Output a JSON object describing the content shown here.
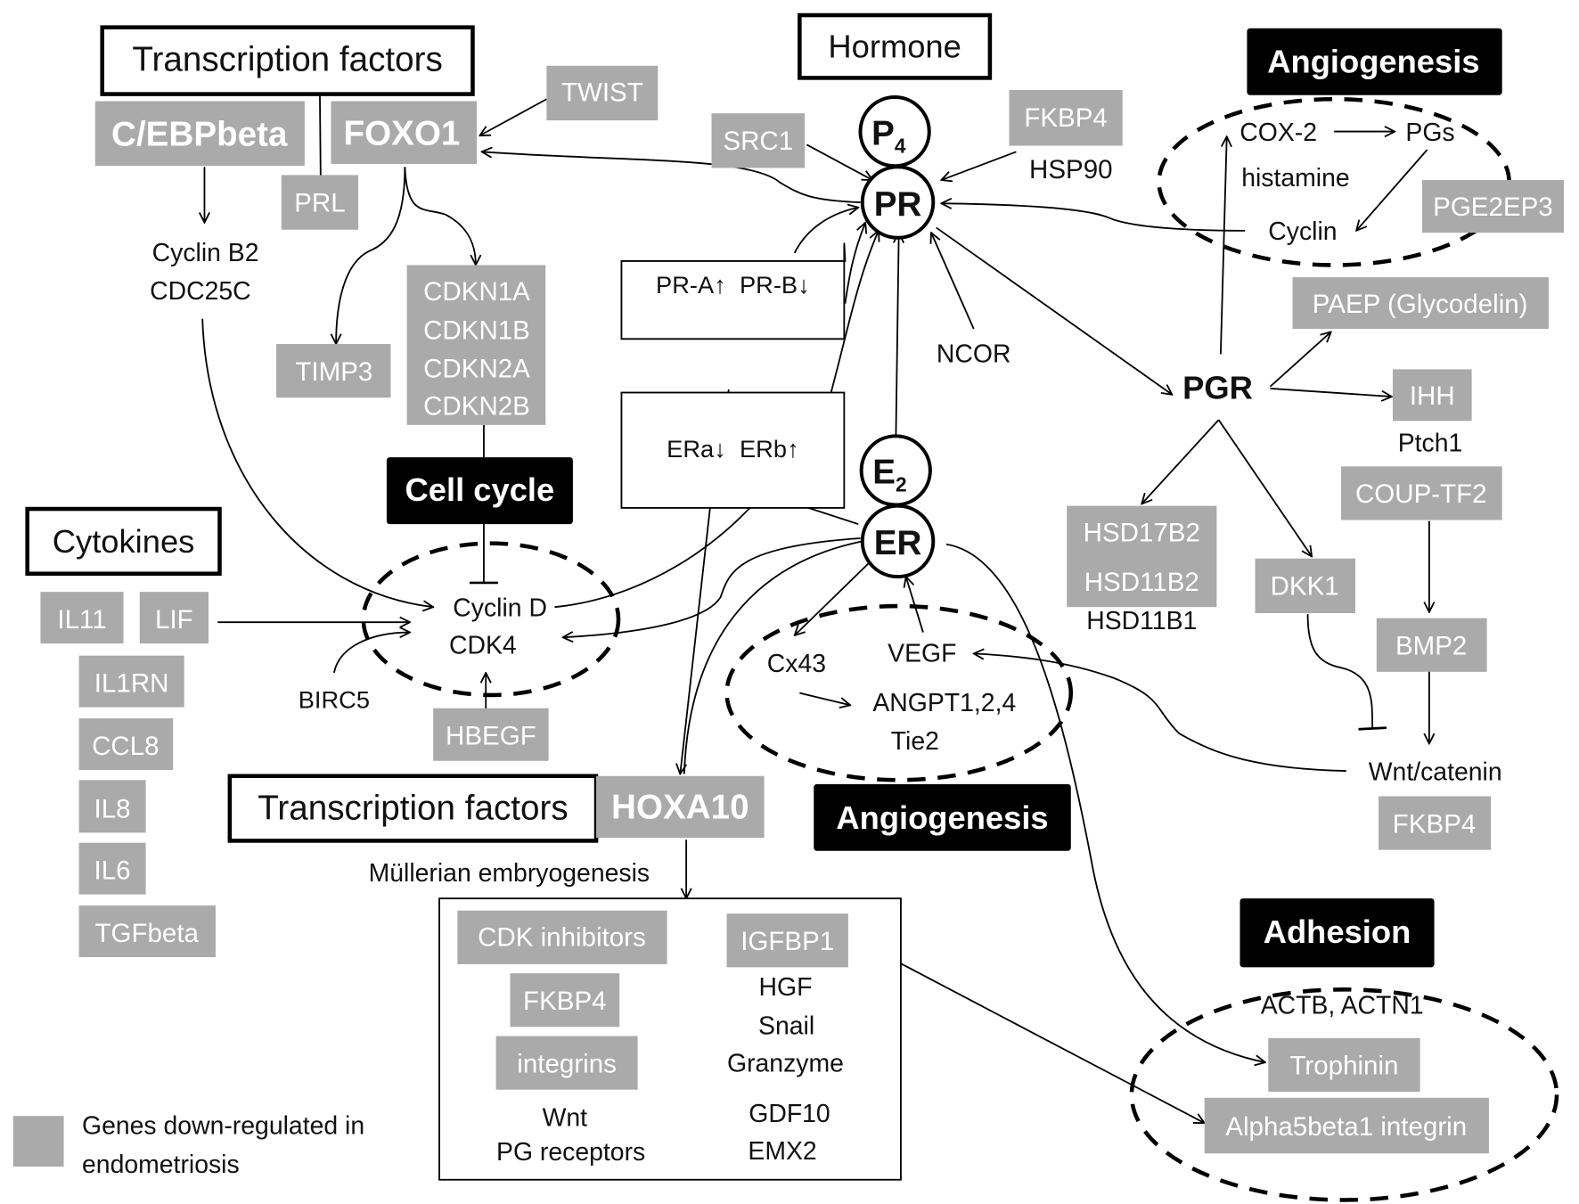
{
  "category_labels": {
    "tf_top": "Transcription factors",
    "hormone": "Hormone",
    "angiogenesis_top": "Angiogenesis",
    "cell_cycle": "Cell cycle",
    "cytokines": "Cytokines",
    "tf_bottom": "Transcription factors",
    "angiogenesis_mid": "Angiogenesis",
    "adhesion": "Adhesion"
  },
  "nodes": {
    "cebpbeta": "C/EBPbeta",
    "foxo1": "FOXO1",
    "twist": "TWIST",
    "prl": "PRL",
    "cyclin_b2": "Cyclin B2",
    "cdc25c": "CDC25C",
    "timp3": "TIMP3",
    "cdkn": [
      "CDKN1A",
      "CDKN1B",
      "CDKN2A",
      "CDKN2B"
    ],
    "src1": "SRC1",
    "p4_main": "P",
    "p4_sub": "4",
    "pr": "PR",
    "e2_main": "E",
    "e2_sub": "2",
    "er": "ER",
    "fkbp4_top": "FKBP4",
    "hsp90": "HSP90",
    "ncor": "NCOR",
    "pr_isoforms": "PR-A↑  PR-B↓",
    "er_isoforms": "ERa↓  ERb↑",
    "cox2": "COX-2",
    "pgs": "PGs",
    "histamine": "histamine",
    "cyclin": "Cyclin",
    "pge2ep3": "PGE2EP3",
    "paep": "PAEP (Glycodelin)",
    "pgr": "PGR",
    "ihh": "IHH",
    "ptch1": "Ptch1",
    "coup_tf2": "COUP-TF2",
    "hsd17b2": "HSD17B2",
    "hsd11b2": "HSD11B2",
    "hsd11b1": "HSD11B1",
    "dkk1": "DKK1",
    "bmp2": "BMP2",
    "wnt_catenin": "Wnt/catenin",
    "fkbp4_right": "FKBP4",
    "il11": "IL11",
    "lif": "LIF",
    "il1rn": "IL1RN",
    "ccl8": "CCL8",
    "il8": "IL8",
    "il6": "IL6",
    "tgfbeta": "TGFbeta",
    "cyclin_d": "Cyclin D",
    "cdk4": "CDK4",
    "birc5": "BIRC5",
    "hbegf": "HBEGF",
    "cx43": "Cx43",
    "vegf": "VEGF",
    "angpt": "ANGPT1,2,4",
    "tie2": "Tie2",
    "hoxa10": "HOXA10",
    "mullerian": "Müllerian embryogenesis",
    "cdk_inhibitors": "CDK inhibitors",
    "fkbp4_box": "FKBP4",
    "integrins": "integrins",
    "wnt": "Wnt",
    "pg_receptors": "PG receptors",
    "igfbp1": "IGFBP1",
    "hgf": "HGF",
    "snail": "Snail",
    "granzyme": "Granzyme",
    "gdf10": "GDF10",
    "emx2": "EMX2",
    "actb_actn1": "ACTB, ACTN1",
    "trophinin": "Trophinin",
    "alpha5beta1": "Alpha5beta1 integrin"
  },
  "legend": {
    "line1": "Genes down-regulated in",
    "line2": "endometriosis",
    "swatch_color": "#aaaaaa"
  },
  "colors": {
    "downregulated_gene": "#aaaaaa",
    "category_dark": "#000000",
    "text": "#111111"
  }
}
